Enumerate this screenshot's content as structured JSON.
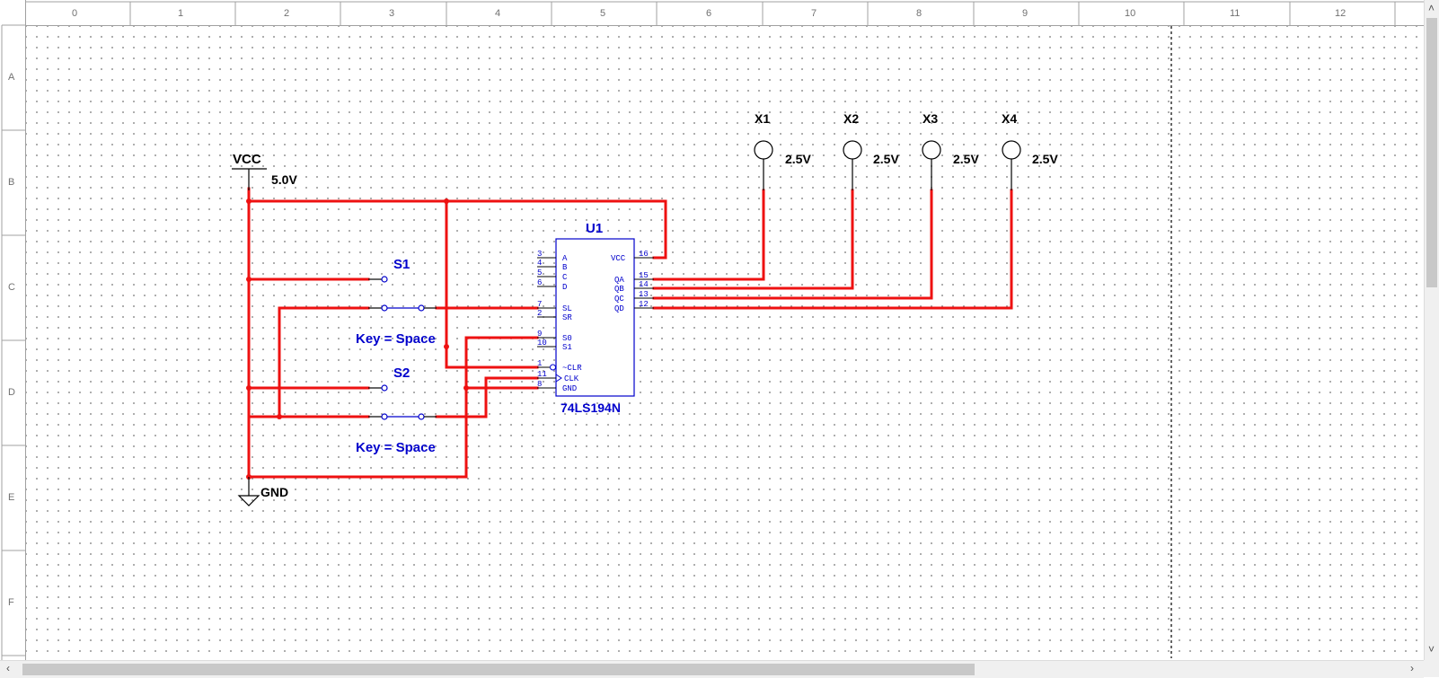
{
  "rulers": {
    "columns": [
      "0",
      "1",
      "2",
      "3",
      "4",
      "5",
      "6",
      "7",
      "8",
      "9",
      "10",
      "11",
      "12"
    ],
    "rows": [
      "A",
      "B",
      "C",
      "D",
      "E",
      "F"
    ]
  },
  "colors": {
    "wire": "#ee1111",
    "component": "#0000cc",
    "symbol": "#000000",
    "grid_dot": "#9a9a9a"
  },
  "power": {
    "vcc_label": "VCC",
    "vcc_value": "5.0V",
    "gnd_label": "GND"
  },
  "switches": [
    {
      "ref": "S1",
      "key": "Key = Space"
    },
    {
      "ref": "S2",
      "key": "Key = Space"
    }
  ],
  "ic": {
    "ref": "U1",
    "part": "74LS194N",
    "left_pins": [
      {
        "num": "3",
        "name": "A"
      },
      {
        "num": "4",
        "name": "B"
      },
      {
        "num": "5",
        "name": "C"
      },
      {
        "num": "6",
        "name": "D"
      },
      {
        "num": "7",
        "name": "SL"
      },
      {
        "num": "2",
        "name": "SR"
      },
      {
        "num": "9",
        "name": "S0"
      },
      {
        "num": "10",
        "name": "S1"
      },
      {
        "num": "1",
        "name": "~CLR"
      },
      {
        "num": "11",
        "name": "CLK"
      },
      {
        "num": "8",
        "name": "GND"
      }
    ],
    "right_pins": [
      {
        "num": "16",
        "name": "VCC"
      },
      {
        "num": "15",
        "name": "QA"
      },
      {
        "num": "14",
        "name": "QB"
      },
      {
        "num": "13",
        "name": "QC"
      },
      {
        "num": "12",
        "name": "QD"
      }
    ]
  },
  "probes": [
    {
      "ref": "X1",
      "voltage": "2.5V"
    },
    {
      "ref": "X2",
      "voltage": "2.5V"
    },
    {
      "ref": "X3",
      "voltage": "2.5V"
    },
    {
      "ref": "X4",
      "voltage": "2.5V"
    }
  ],
  "scrollbars": {
    "left_arrow": "‹",
    "right_arrow": "›",
    "up_arrow": "˄",
    "down_arrow": "˅"
  }
}
